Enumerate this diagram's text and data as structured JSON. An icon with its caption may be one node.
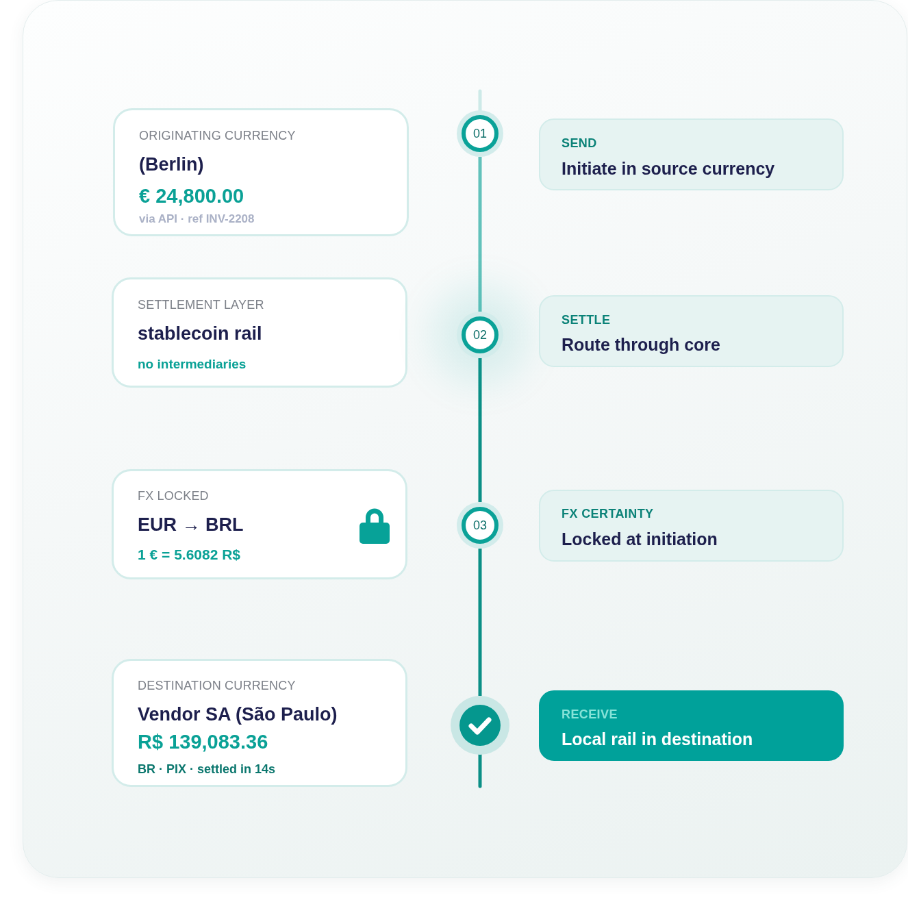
{
  "diagram": {
    "nodes": [
      {
        "text": [
          "ORIGINATING CURRENCY",
          "(Berlin)",
          "€ 24,800.00",
          "via API · ref INV-2208"
        ]
      },
      {
        "text": [
          "01"
        ]
      },
      {
        "text": [
          "SEND",
          "Initiate in source currency"
        ]
      },
      {
        "text": [
          "SETTLEMENT LAYER",
          "stablecoin rail",
          "no intermediaries"
        ]
      },
      {
        "text": [
          "02"
        ]
      },
      {
        "text": [
          "SETTLE",
          "Route through core"
        ]
      },
      {
        "text": [
          "FX LOCKED",
          "EUR → BRL",
          "1 € = 5.6082 R$"
        ]
      },
      {
        "text": [
          "03"
        ]
      },
      {
        "text": [
          "FX CERTAINTY",
          "Locked at initiation"
        ]
      },
      {
        "text": [
          "DESTINATION CURRENCY",
          "Vendor SA (São Paulo)",
          "R$ 139,083.36",
          "BR · PIX · settled in 14s"
        ]
      },
      {
        "text": [],
        "shape": "circle"
      },
      {
        "text": [
          "RECEIVE",
          "Local rail in destination"
        ]
      }
    ],
    "edges": [
      {
        "from": null,
        "to": 1,
        "arrow": "none",
        "color": "#cdeae8"
      },
      {
        "from": 1,
        "to": 4,
        "arrow": "none",
        "color": "#62c2bb"
      },
      {
        "from": 4,
        "to": 7,
        "arrow": "none"
      },
      {
        "from": 7,
        "to": 10,
        "arrow": "none"
      },
      {
        "from": 10,
        "to": null,
        "arrow": "none"
      }
    ]
  }
}
